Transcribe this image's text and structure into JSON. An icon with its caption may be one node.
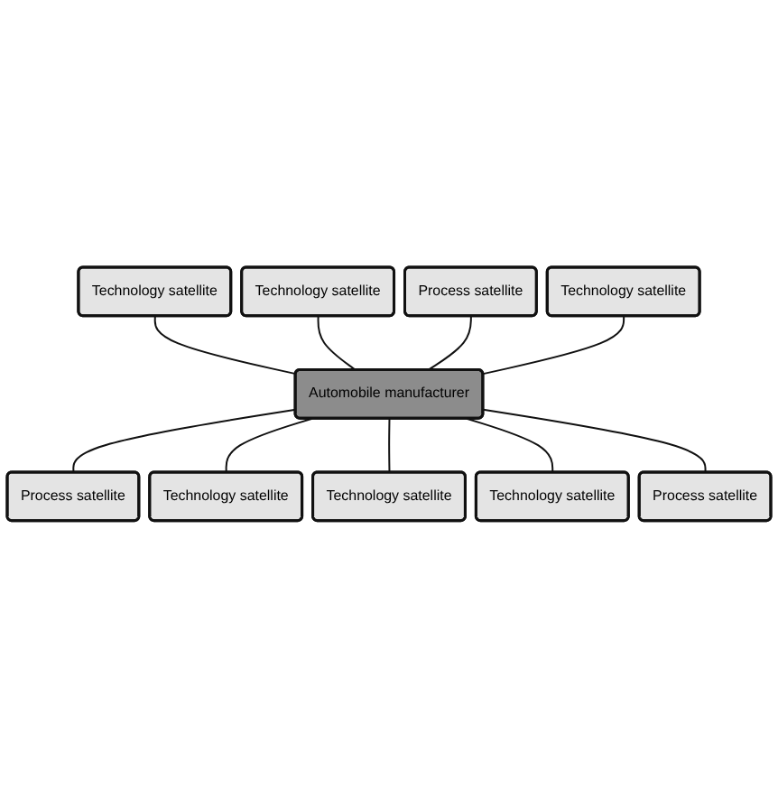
{
  "diagram": {
    "nodes": [
      {
        "text": [
          "Technology satellite"
        ]
      },
      {
        "text": [
          "Technology satellite"
        ]
      },
      {
        "text": [
          "Process satellite"
        ]
      },
      {
        "text": [
          "Technology satellite"
        ]
      },
      {
        "text": [
          "Automobile manufacturer"
        ]
      },
      {
        "text": [
          "Process satellite"
        ]
      },
      {
        "text": [
          "Technology satellite"
        ]
      },
      {
        "text": [
          "Technology satellite"
        ]
      },
      {
        "text": [
          "Technology satellite"
        ]
      },
      {
        "text": [
          "Process satellite"
        ]
      }
    ],
    "edges": [
      {
        "from": 0,
        "to": 4,
        "arrow": "none"
      },
      {
        "from": 1,
        "to": 4,
        "arrow": "none"
      },
      {
        "from": 2,
        "to": 4,
        "arrow": "none"
      },
      {
        "from": 3,
        "to": 4,
        "arrow": "none"
      },
      {
        "from": 4,
        "to": 5,
        "arrow": "none"
      },
      {
        "from": 4,
        "to": 6,
        "arrow": "none"
      },
      {
        "from": 4,
        "to": 7,
        "arrow": "none"
      },
      {
        "from": 4,
        "to": 8,
        "arrow": "none"
      },
      {
        "from": 4,
        "to": 9,
        "arrow": "none"
      }
    ]
  }
}
